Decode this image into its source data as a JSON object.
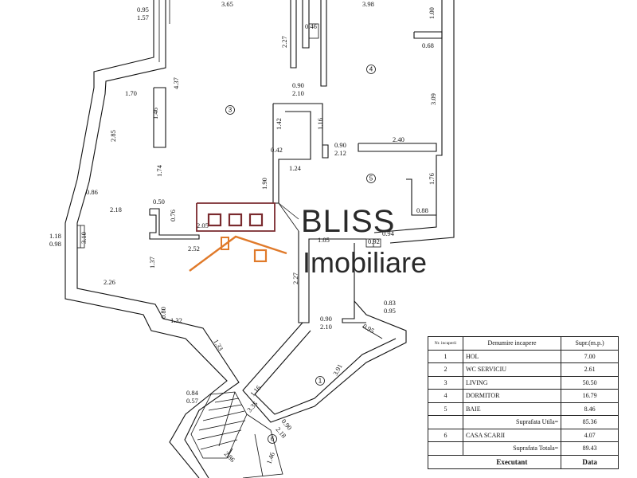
{
  "logo": {
    "brand": "BLISS",
    "tagline": "Imobiliare",
    "brand_color": "#7a2a2e",
    "accent_color": "#e07a2a"
  },
  "rooms": {
    "r1": "1",
    "r3": "3",
    "r4": "4",
    "r5": "5",
    "r6": "6"
  },
  "dims": {
    "d0": "0.95",
    "d1": "1.57",
    "d2": "3.65",
    "d3": "3.98",
    "d4": "1.00",
    "d5": "0.46",
    "d6": "2.27",
    "d7": "0.68",
    "d8": "0.90",
    "d9": "2.10",
    "d10": "4.37",
    "d11": "1.70",
    "d12": "1.46",
    "d13": "2.85",
    "d14": "3.09",
    "d15": "1.42",
    "d16": "1.16",
    "d17": "0.90",
    "d18": "2.12",
    "d19": "0.42",
    "d20": "2.40",
    "d21": "1.74",
    "d22": "1.24",
    "d23": "0.86",
    "d24": "1.90",
    "d25": "1.76",
    "d26": "2.18",
    "d27": "0.50",
    "d28": "0.76",
    "d29": "0.88",
    "d30": "2.05",
    "d31": "1.18",
    "d32": "0.98",
    "d33": "3.10",
    "d34": "1.05",
    "d35": "0.94",
    "d36": "0.92",
    "d37": "2.52",
    "d38": "1.37",
    "d39": "2.27",
    "d40": "2.26",
    "d41": "0.80",
    "d42": "0.83",
    "d43": "0.95",
    "d44": "1.32",
    "d45": "0.90",
    "d46": "2.10",
    "d47": "0.95",
    "d48": "1.33",
    "d49": "3.91",
    "d50": "0.84",
    "d51": "0.57",
    "d52": "1.16",
    "d53": "3.35",
    "d54": "2.18",
    "d55": "0.90",
    "d56": "2.86",
    "d57": "1.46"
  },
  "legend": {
    "headers": [
      "Nr. incaperii",
      "Denumire incapere",
      "Supr.(m.p.)"
    ],
    "rows": [
      {
        "nr": "1",
        "name": "HOL",
        "area": "7.00"
      },
      {
        "nr": "2",
        "name": "WC SERVICIU",
        "area": "2.61"
      },
      {
        "nr": "3",
        "name": "LIVING",
        "area": "50.50"
      },
      {
        "nr": "4",
        "name": "DORMITOR",
        "area": "16.79"
      },
      {
        "nr": "5",
        "name": "BAIE",
        "area": "8.46"
      }
    ],
    "util_label": "Suprafata Utila=",
    "util_value": "85.36",
    "stair": {
      "nr": "6",
      "name": "CASA SCARII",
      "area": "4.07"
    },
    "total_label": "Suprafata Totala=",
    "total_value": "89.43",
    "footer_left": "Executant",
    "footer_right": "Data"
  }
}
